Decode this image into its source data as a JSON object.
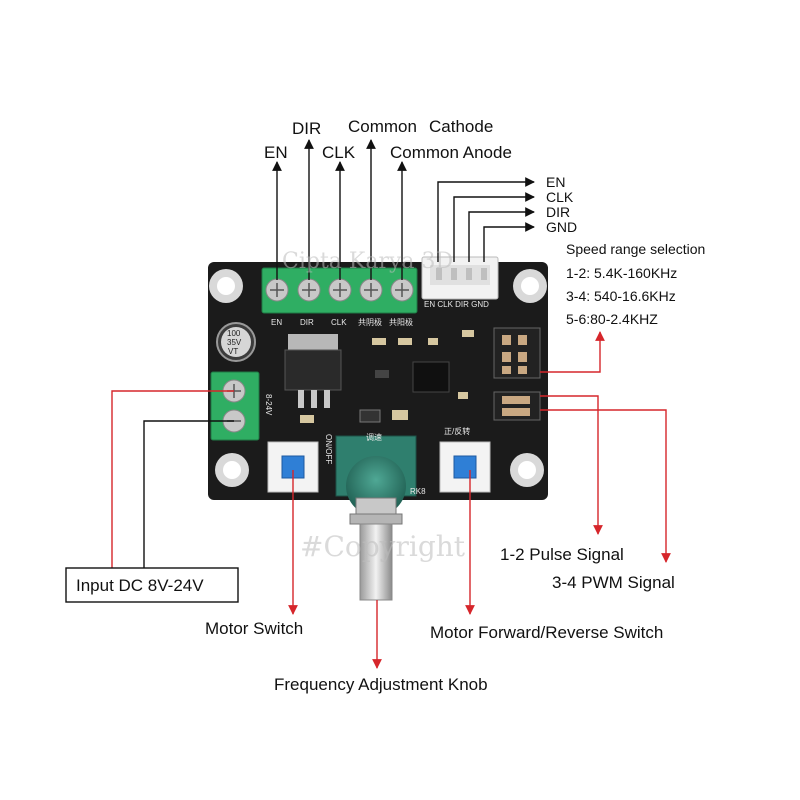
{
  "pin_labels": {
    "en": "EN",
    "dir": "DIR",
    "clk": "CLK",
    "common_cathode_a": "Common",
    "common_cathode_b": "Cathode",
    "common_anode": "Common Anode"
  },
  "header_labels": [
    "EN",
    "CLK",
    "DIR",
    "GND"
  ],
  "speed": {
    "title": "Speed range selection",
    "ranges": [
      "1-2: 5.4K-160KHz",
      "3-4: 540-16.6KHz",
      "5-6:80-2.4KHZ"
    ]
  },
  "callouts": {
    "input": "Input DC 8V-24V",
    "motor_switch": "Motor Switch",
    "frequency_knob": "Frequency Adjustment Knob",
    "forward_reverse": "Motor Forward/Reverse Switch",
    "pulse": "1-2 Pulse Signal",
    "pwm": "3-4 PWM Signal"
  },
  "silkscreen": {
    "terminal_pins": [
      "EN",
      "DIR",
      "CLK",
      "共阴极",
      "共阳极"
    ],
    "header_pins": "EN CLK DIR GND",
    "voltage": "8-24V",
    "on_off": "ON/OFF",
    "adjust": "调速",
    "fwd_rev": "正/反转",
    "cap": [
      "100",
      "35V",
      "VT"
    ],
    "pot": "RK8"
  },
  "watermarks": {
    "top": "Cipta Karya 3D",
    "bottom": "#Copyright"
  },
  "colors": {
    "pcb": "#1b1b1b",
    "terminal": "#2fae63",
    "arrow_black": "#111111",
    "arrow_red": "#d6262b",
    "knob": "#2f7f6e",
    "switch_button": "#2f7fd6"
  }
}
